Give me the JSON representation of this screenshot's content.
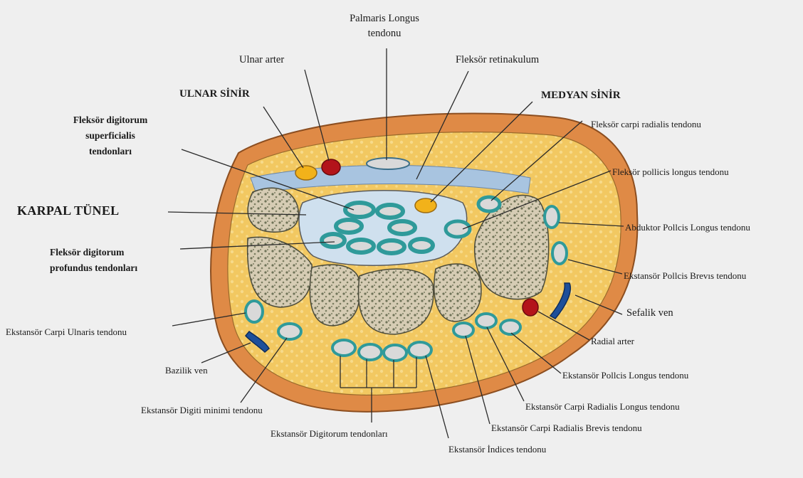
{
  "labels": {
    "palmaris_longus_1": "Palmaris Longus",
    "palmaris_longus_2": "tendonu",
    "ulnar_arter": "Ulnar arter",
    "fleksor_retinakulum": "Fleksör retinakulum",
    "ulnar_sinir": "ULNAR SİNİR",
    "medyan_sinir": "MEDYAN SİNİR",
    "fds_1": "Fleksör digitorum",
    "fds_2": "superficialis",
    "fds_3": "tendonları",
    "fcr": "Fleksör carpi radialis tendonu",
    "fpl": "Fleksör pollicis longus tendonu",
    "karpal_tunel": "KARPAL TÜNEL",
    "apl": "Abduktor Pollcis Longus tendonu",
    "fdp_1": "Fleksör digitorum",
    "fdp_2": "profundus tendonları",
    "epb": "Ekstansör Pollcis Brevıs tendonu",
    "sefalik_ven": "Sefalik ven",
    "ecu": "Ekstansör Carpi Ulnaris tendonu",
    "radial_arter": "Radial arter",
    "bazilik_ven": "Bazilik ven",
    "epl": "Ekstansör Pollcis Longus tendonu",
    "edm": "Ekstansör Digiti  minimi  tendonu",
    "ecrl": "Ekstansör Carpi Radialis Longus tendonu",
    "ecrb": "Ekstansör Carpi Radialis Brevis tendonu",
    "ed": "Ekstansör Digitorum tendonları",
    "ei": "Ekstansör İndices tendonu"
  },
  "colors": {
    "skin": "#e08a44",
    "fat": "#f2c55e",
    "bone": "#d8cdb8",
    "bone_spots": "#6f7358",
    "tendon": "#d9d9d9",
    "sheath": "#3aa6a6",
    "artery": "#b3141a",
    "vein": "#1d4f9a",
    "nerve": "#f2b21a",
    "retinaculum": "#a8c4e0"
  }
}
